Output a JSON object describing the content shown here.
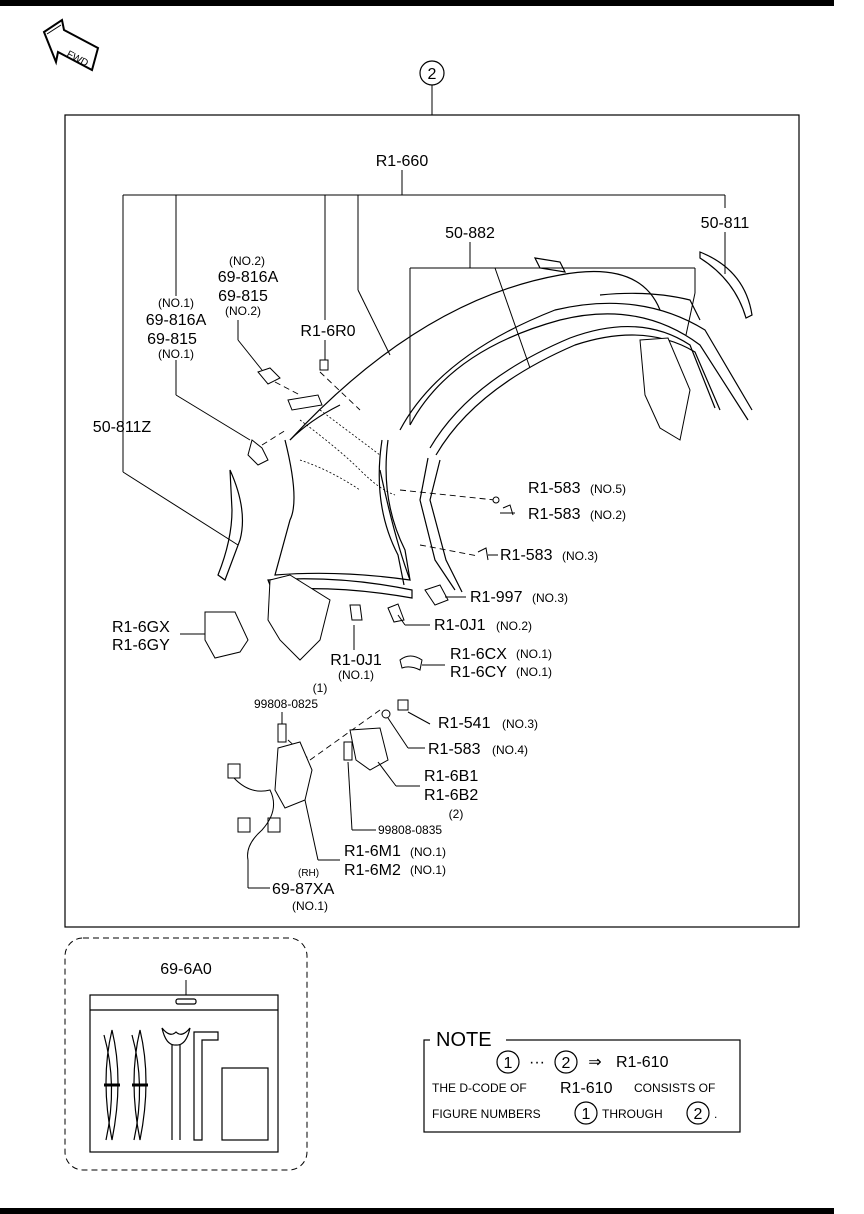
{
  "fwd_label": "FWD",
  "figure_number": "2",
  "labels": {
    "r1_660": "R1-660",
    "p50_882": "50-882",
    "p50_811": "50-811",
    "no2_top": "(NO.2)",
    "p69_816a_top": "69-816A",
    "p69_815_top": "69-815",
    "no2_b": "(NO.2)",
    "no1_a": "(NO.1)",
    "p69_816a_b": "69-816A",
    "p69_815_b": "69-815",
    "no1_b": "(NO.1)",
    "r1_6r0": "R1-6R0",
    "p50_811z": "50-811Z",
    "r1_583_no5": "R1-583",
    "no5": "(NO.5)",
    "r1_583_no2": "R1-583",
    "no2_c": "(NO.2)",
    "r1_583_no3": "R1-583",
    "no3_a": "(NO.3)",
    "r1_997": "R1-997",
    "no3_b": "(NO.3)",
    "r1_0j1_no2": "R1-0J1",
    "no2_d": "(NO.2)",
    "r1_6gx": "R1-6GX",
    "r1_6gy": "R1-6GY",
    "r1_0j1_no1": "R1-0J1",
    "no1_c": "(NO.1)",
    "r1_6cx": "R1-6CX",
    "no1_d": "(NO.1)",
    "r1_6cy": "R1-6CY",
    "no1_e": "(NO.1)",
    "one_paren": "(1)",
    "p99808_0825": "99808-0825",
    "r1_541": "R1-541",
    "no3_c": "(NO.3)",
    "r1_583_no4": "R1-583",
    "no4": "(NO.4)",
    "r1_6b1": "R1-6B1",
    "r1_6b2": "R1-6B2",
    "two_paren": "(2)",
    "p99808_0835": "99808-0835",
    "r1_6m1": "R1-6M1",
    "no1_f": "(NO.1)",
    "rh": "(RH)",
    "r1_6m2": "R1-6M2",
    "no1_g": "(NO.1)",
    "p69_87xa": "69-87XA",
    "no1_h": "(NO.1)",
    "p69_6a0": "69-6A0"
  },
  "note": {
    "title": "NOTE",
    "circle_1": "1",
    "dots": "···",
    "circle_2": "2",
    "arrow": "⇒",
    "target": "R1-610",
    "line2_a": "THE D-CODE OF",
    "line2_b": "R1-610",
    "line2_c": "CONSISTS OF",
    "line3_a": "FIGURE NUMBERS",
    "line3_b": "1",
    "line3_c": "THROUGH",
    "line3_d": "2",
    "line3_e": "."
  }
}
